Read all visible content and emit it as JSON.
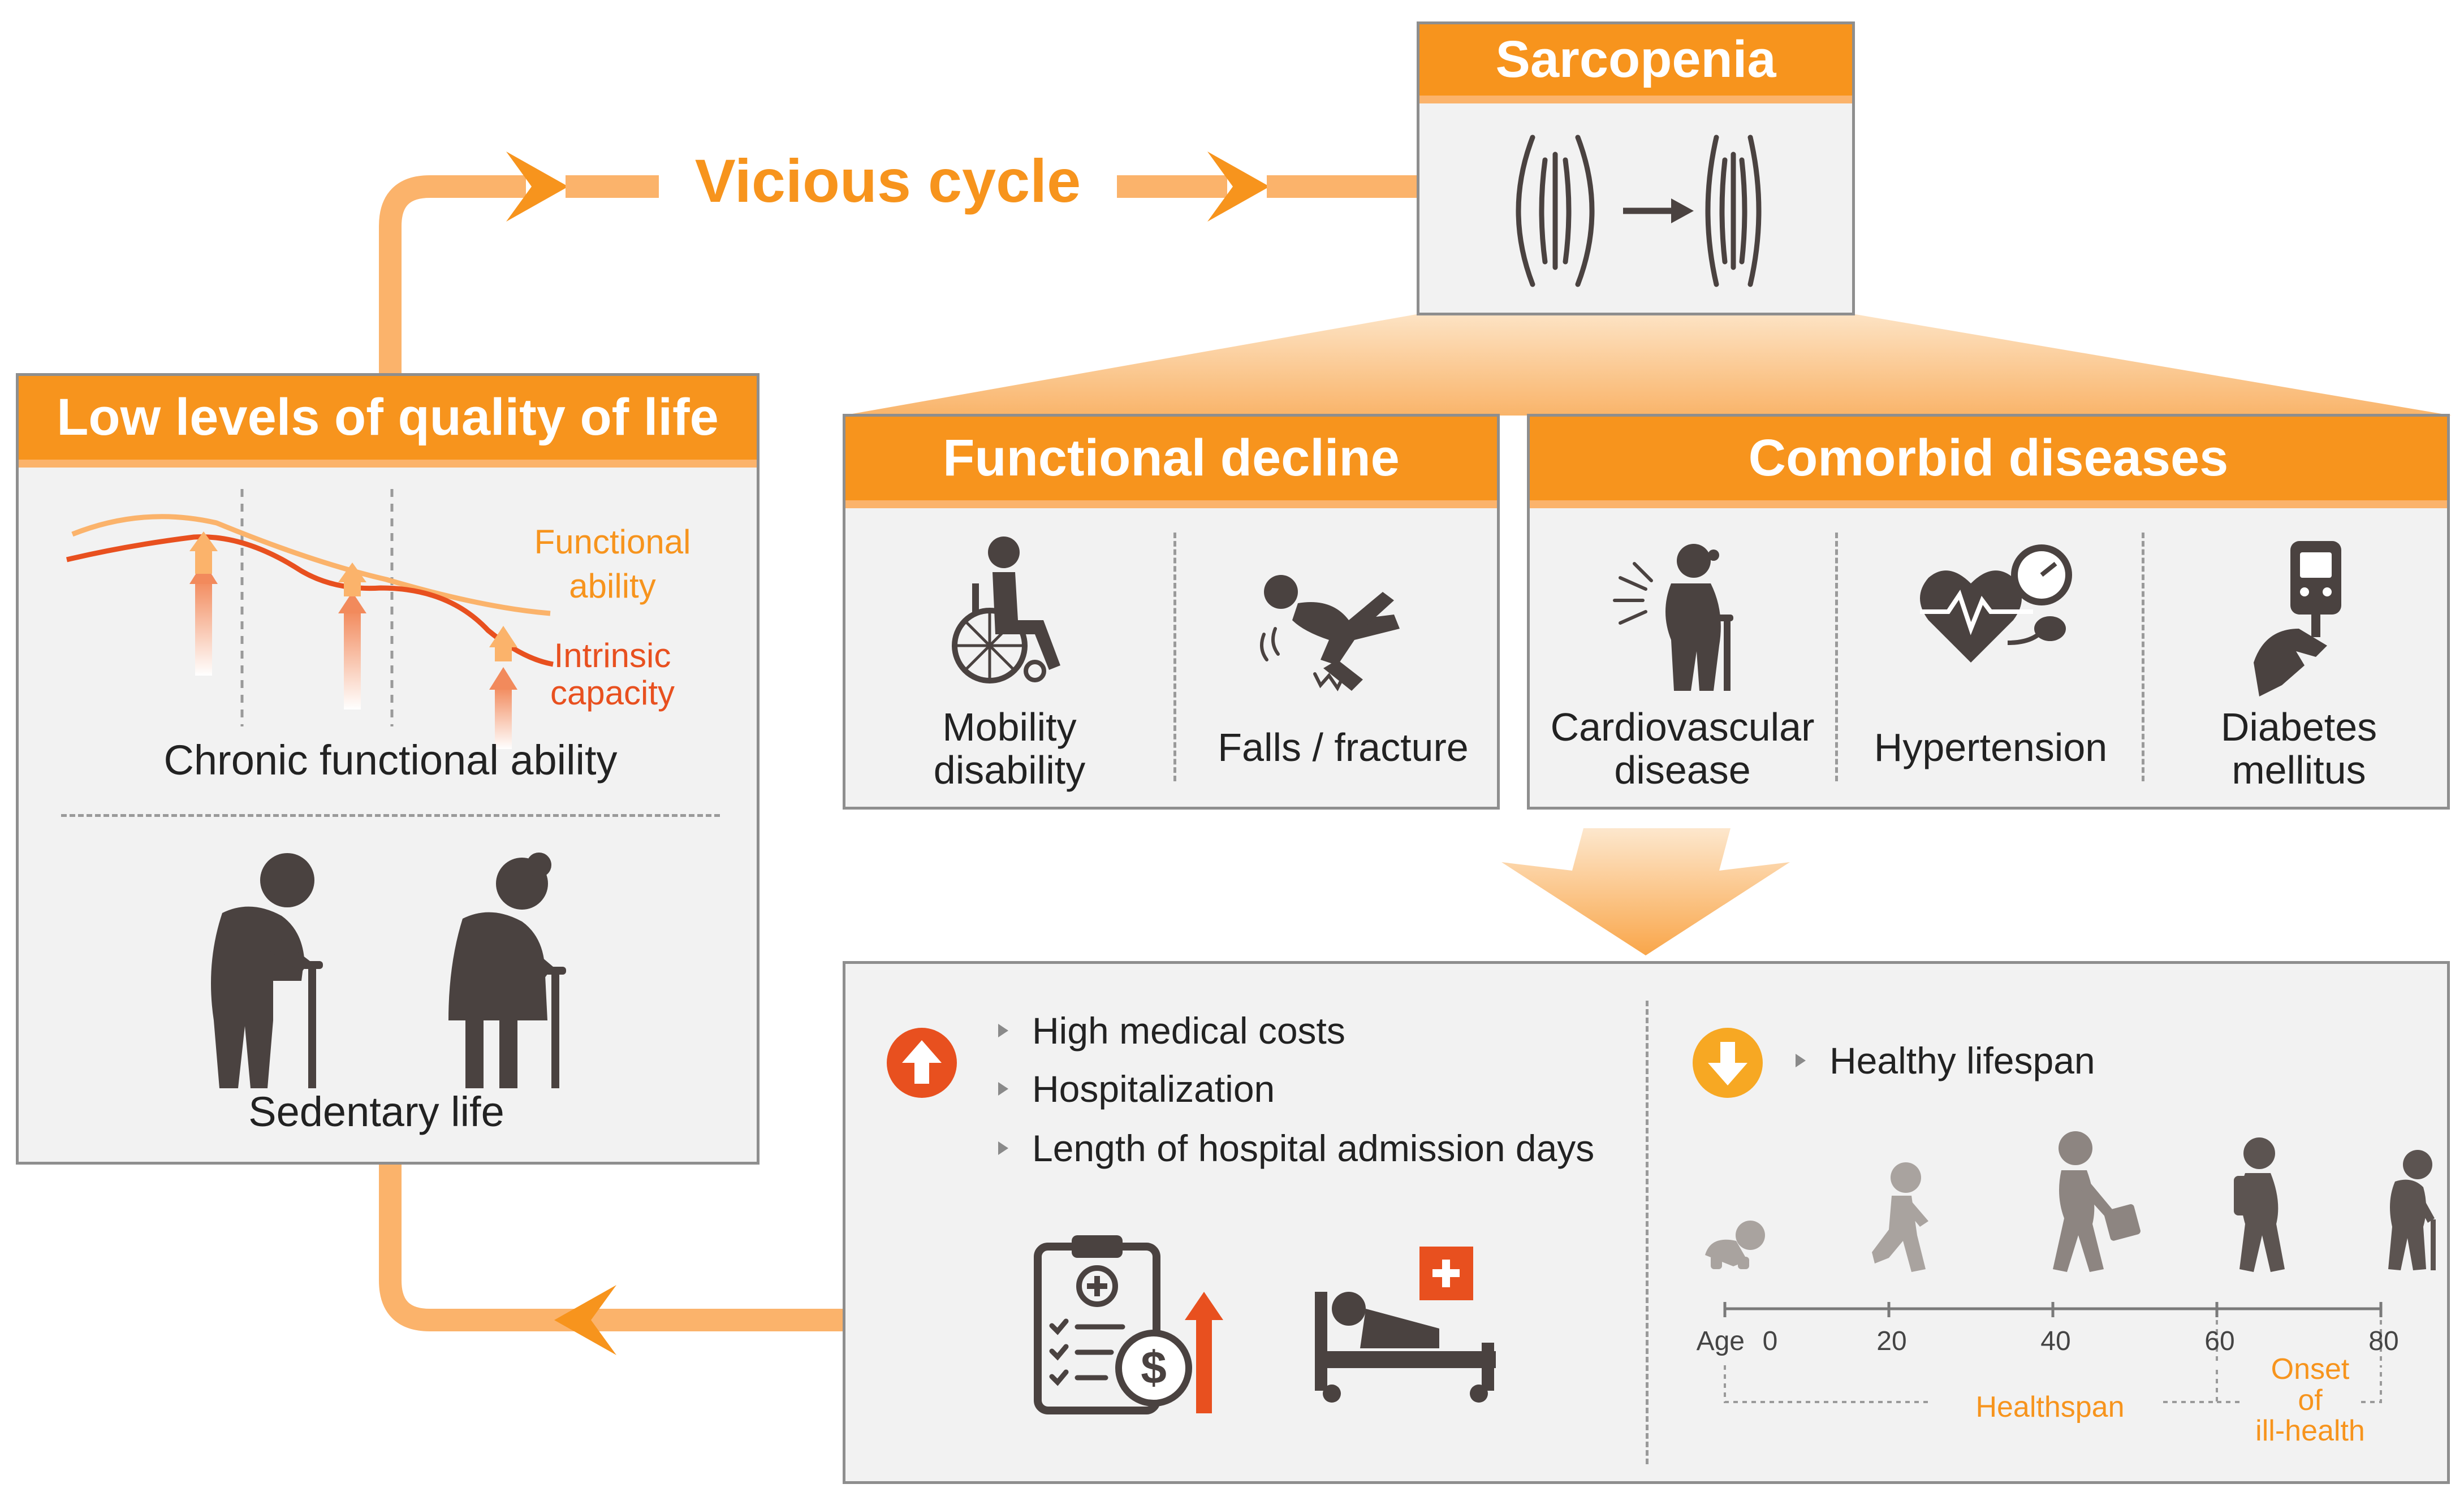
{
  "vicious_cycle": {
    "label": "Vicious cycle"
  },
  "sarcopenia": {
    "title": "Sarcopenia"
  },
  "quality_of_life": {
    "title": "Low levels of quality of life",
    "curve_labels": {
      "functional_ability": "Functional\nability",
      "intrinsic_capacity": "Intrinsic\ncapacity"
    },
    "chart_caption": "Chronic functional ability",
    "sedentary_caption": "Sedentary life"
  },
  "functional_decline": {
    "title": "Functional decline",
    "items": [
      {
        "label": "Mobility\ndisability",
        "icon": "wheelchair-icon"
      },
      {
        "label": "Falls / fracture",
        "icon": "falling-person-icon"
      }
    ]
  },
  "comorbid_diseases": {
    "title": "Comorbid diseases",
    "items": [
      {
        "label": "Cardiovascular\ndisease",
        "icon": "heart-attack-icon"
      },
      {
        "label": "Hypertension",
        "icon": "heart-gauge-icon"
      },
      {
        "label": "Diabetes\nmellitus",
        "icon": "glucose-meter-icon"
      }
    ]
  },
  "outcomes": {
    "increase": {
      "items": [
        "High medical costs",
        "Hospitalization",
        "Length of hospital admission days"
      ]
    },
    "decrease": {
      "items": [
        "Healthy lifespan"
      ]
    },
    "timeline": {
      "axis_label": "Age",
      "ticks": [
        "0",
        "20",
        "40",
        "60",
        "80"
      ],
      "healthspan_label": "Healthspan",
      "onset_label": "Onset\nof\nill-health"
    }
  },
  "colors": {
    "orange": "#f7941d",
    "light_orange": "#fbb36b",
    "red_orange": "#e8501f",
    "icon_dark": "#4a4240",
    "panel_bg": "#f2f2f2",
    "border": "#8e8e8e"
  }
}
